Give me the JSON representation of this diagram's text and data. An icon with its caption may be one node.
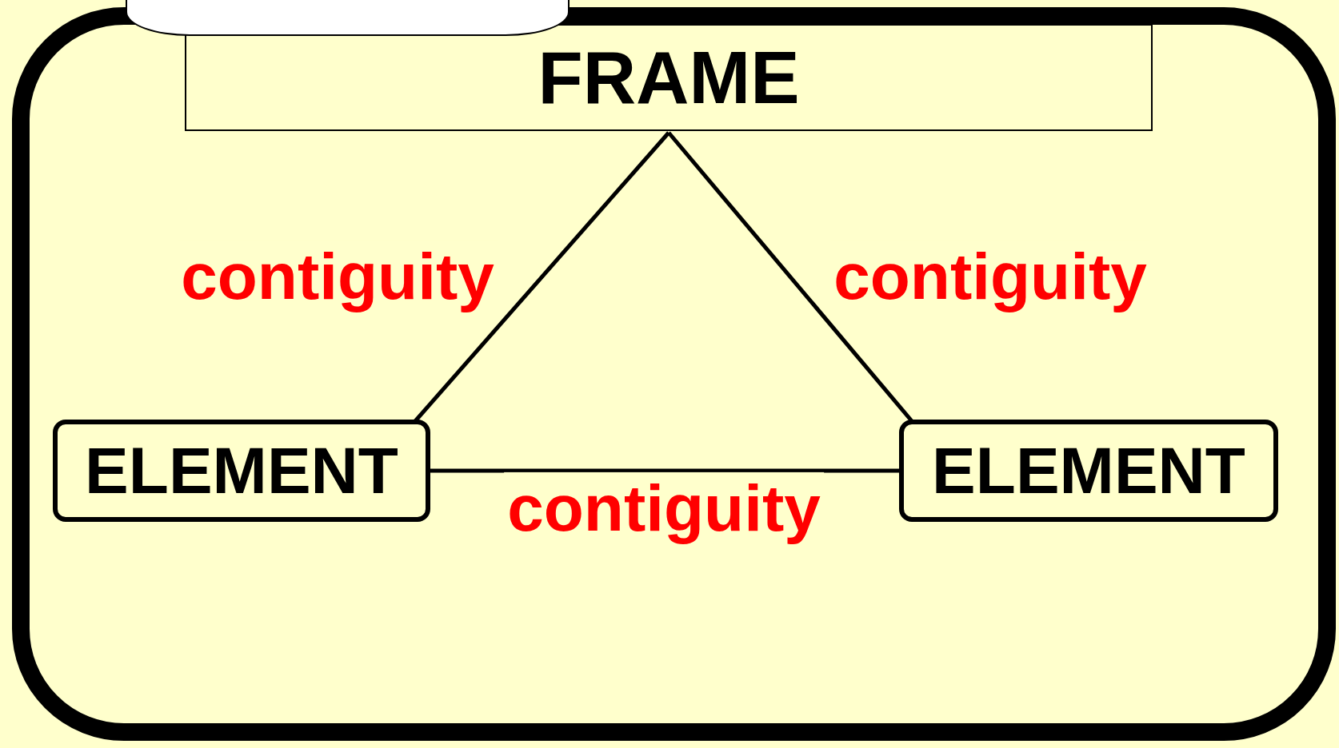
{
  "diagram": {
    "nodes": [
      {
        "text": [],
        "shape": "box"
      },
      {
        "text": [],
        "shape": "box"
      },
      {
        "text": [
          "FRAME"
        ],
        "in": 0
      },
      {
        "text": [
          "ELEMENT"
        ],
        "in": 0
      },
      {
        "text": [
          "ELEMENT"
        ],
        "in": 0
      }
    ],
    "edges": [
      {
        "from": 2,
        "to": 3,
        "arrow": "none",
        "label": "contiguity"
      },
      {
        "from": 2,
        "to": 4,
        "arrow": "none",
        "label": "contiguity"
      },
      {
        "from": 3,
        "to": 4,
        "arrow": "none",
        "label": "contiguity"
      }
    ]
  }
}
